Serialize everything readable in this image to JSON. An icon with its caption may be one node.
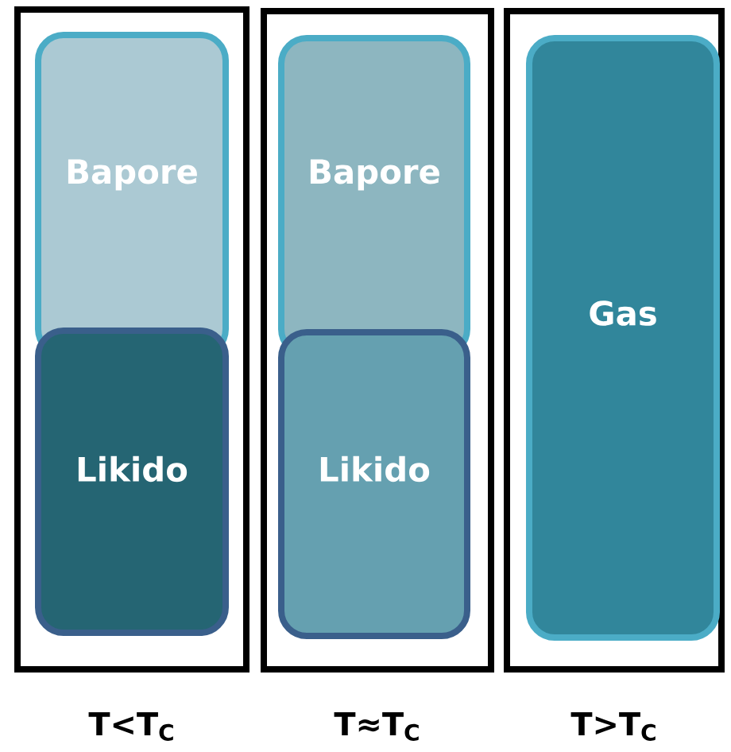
{
  "diagram": {
    "nodes": [
      {
        "text": [],
        "shape": "box",
        "beside": [
          "T<T$_{C}$"
        ]
      },
      {
        "text": [
          "Bapore"
        ],
        "in": 0
      },
      {
        "text": [
          "Likido"
        ],
        "in": 0
      },
      {
        "text": [],
        "shape": "box",
        "beside": [
          "T≈T$_{C}$"
        ]
      },
      {
        "text": [
          "Bapore"
        ],
        "in": 3
      },
      {
        "text": [
          "Likido"
        ],
        "in": 3
      },
      {
        "text": [],
        "shape": "box",
        "beside": [
          "T>T$_{C}$"
        ]
      },
      {
        "text": [
          "Gas"
        ],
        "in": 6
      }
    ]
  }
}
